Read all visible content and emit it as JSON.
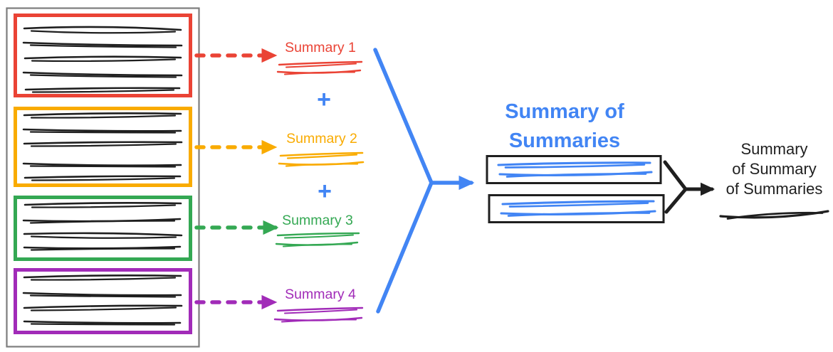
{
  "colors": {
    "red": "#EA4335",
    "yellow": "#F9AB00",
    "green": "#34A853",
    "purple": "#A12BB8",
    "blue": "#4285F4",
    "ink": "#1F1F1F",
    "frame_gray": "#7D7D7D"
  },
  "summaries": [
    {
      "label": "Summary 1",
      "color": "red"
    },
    {
      "label": "Summary 2",
      "color": "yellow"
    },
    {
      "label": "Summary 3",
      "color": "green"
    },
    {
      "label": "Summary 4",
      "color": "purple"
    }
  ],
  "plus": "+",
  "merge": {
    "title_line1": "Summary of",
    "title_line2": "Summaries"
  },
  "final": {
    "line1": "Summary",
    "line2": "of Summary",
    "line3": "of Summaries"
  }
}
